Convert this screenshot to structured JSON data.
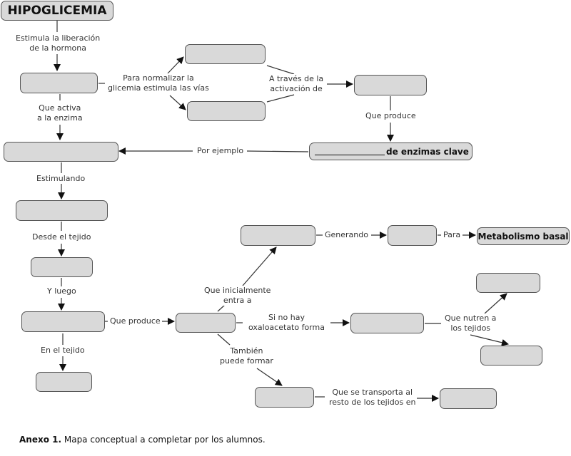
{
  "title": "HIPOGLICEMIA",
  "nodes": {
    "n_hormona": "",
    "n_via1": "",
    "n_via2": "",
    "n_enzima_act": "",
    "n_enzima": "",
    "n_enzimas_clave_suffix": "de enzimas clave",
    "n_estimulado": "",
    "n_tejido": "",
    "n_luego": "",
    "n_en_tejido": "",
    "n_producto": "",
    "n_entra": "",
    "n_genera": "",
    "n_metabolismo": "Metabolismo basal",
    "n_forma": "",
    "n_nutre1": "",
    "n_nutre2": "",
    "n_puede_formar": "",
    "n_transporta": ""
  },
  "links": {
    "estimula": [
      "Estimula la liberación",
      "de la hormona"
    ],
    "normalizar": [
      "Para normalizar la",
      "glicemia estimula las vías"
    ],
    "a_traves": [
      "A través de la",
      "activación de"
    ],
    "que_activa": [
      "Que activa",
      "a la enzima"
    ],
    "que_produce_1": "Que produce",
    "por_ejemplo": "Por ejemplo",
    "estimulando": "Estimulando",
    "desde_tejido": "Desde el tejido",
    "y_luego": "Y luego",
    "en_tejido": "En el tejido",
    "que_produce_2": "Que produce",
    "inicialmente": [
      "Que inicialmente",
      "entra a"
    ],
    "generando": "Generando",
    "para": "Para",
    "si_no_hay": [
      "Si no hay",
      "oxaloacetato forma"
    ],
    "nutren": [
      "Que nutren a",
      "los tejidos"
    ],
    "tambien": [
      "También",
      "puede formar"
    ],
    "transporta": [
      "Que se transporta al",
      "resto de los tejidos en"
    ]
  },
  "caption": {
    "bold": "Anexo 1.",
    "text": " Mapa conceptual a completar por los alumnos."
  }
}
